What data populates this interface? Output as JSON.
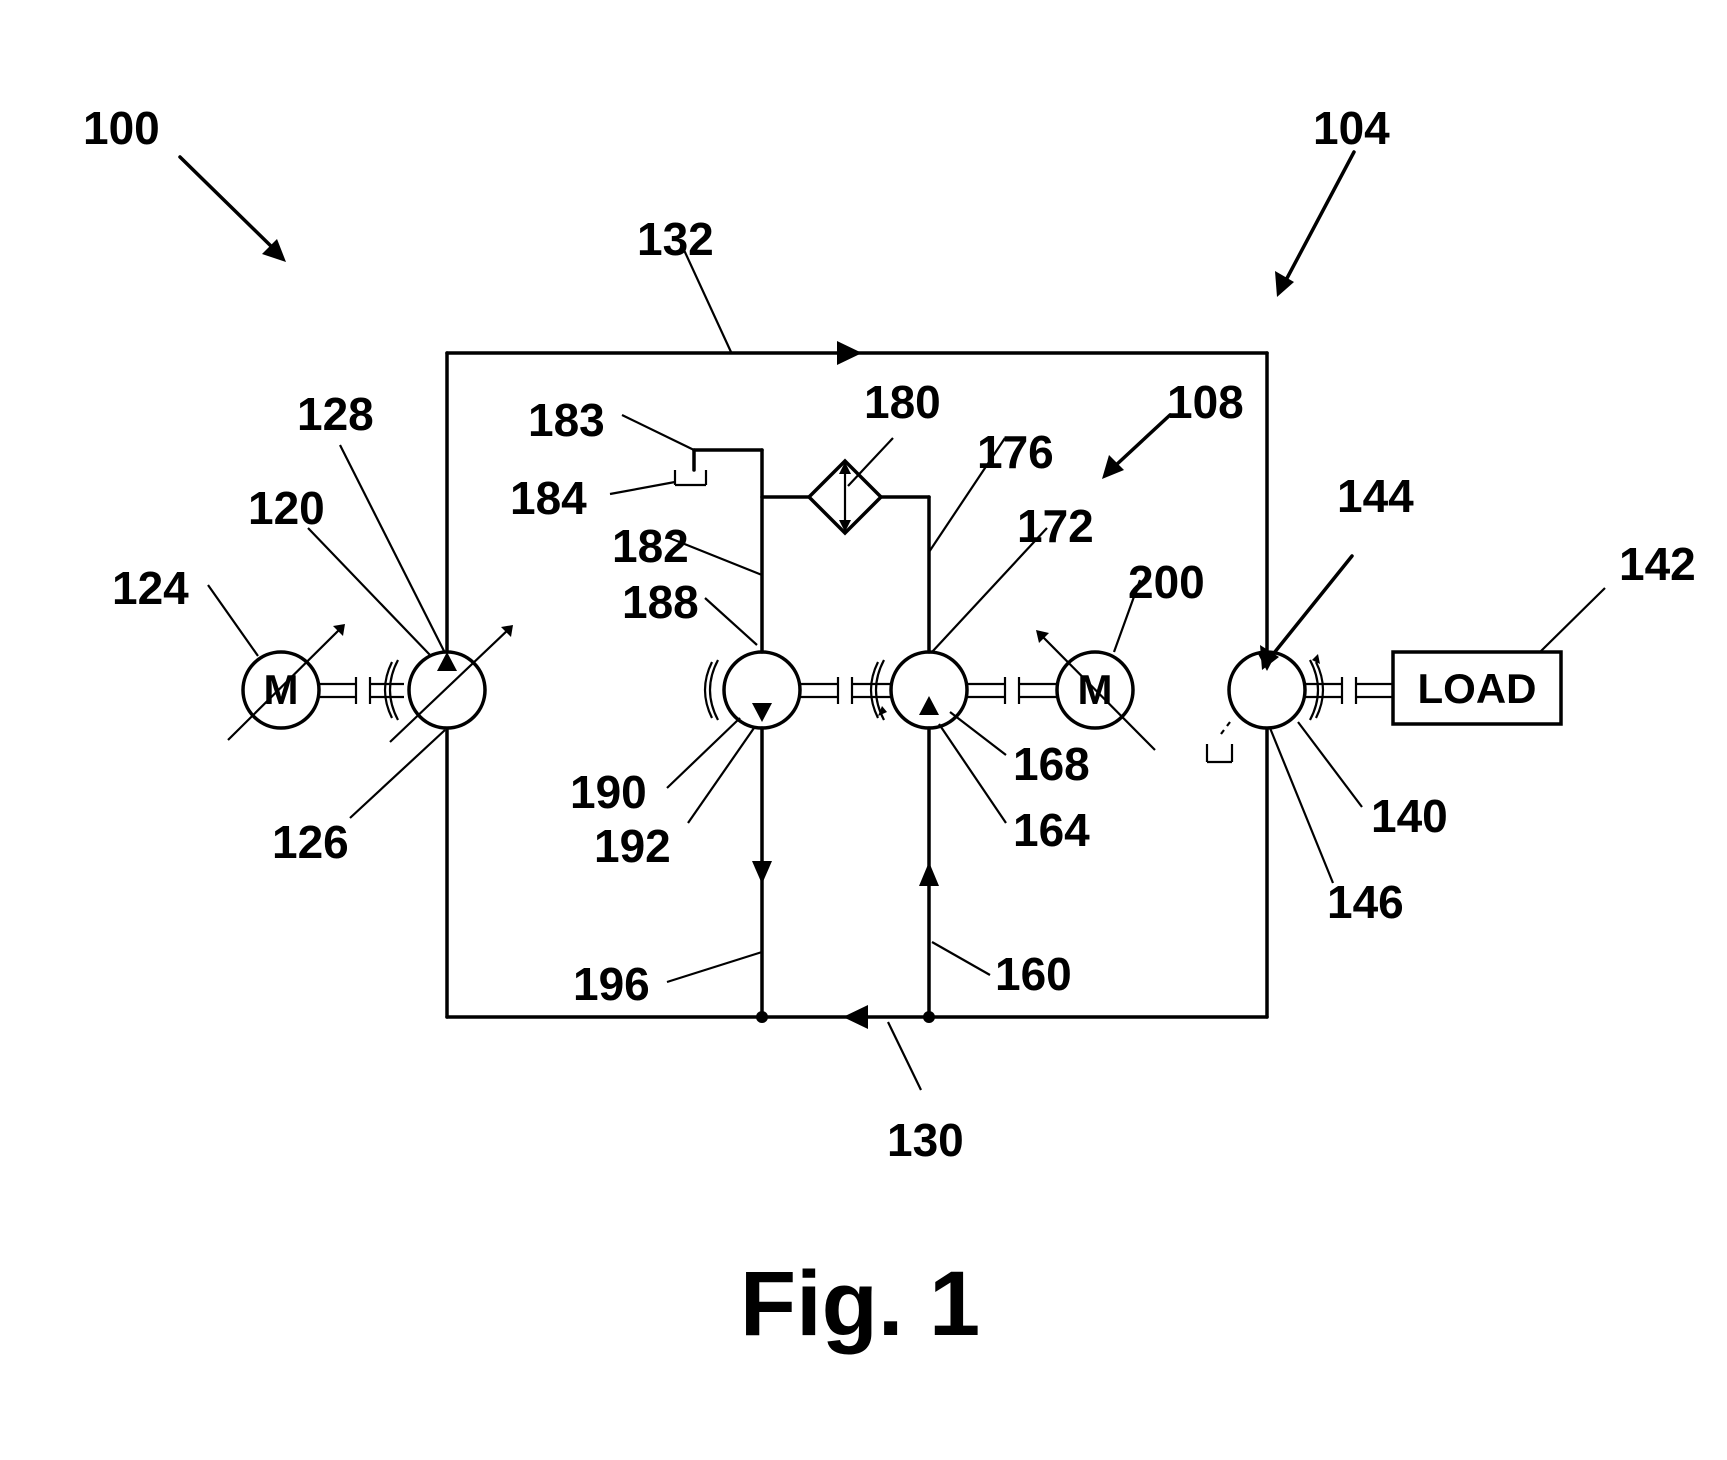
{
  "figure": {
    "caption": "Fig. 1",
    "load_label": "LOAD",
    "motor_symbol": "M",
    "ref": {
      "r100": "100",
      "r104": "104",
      "r108": "108",
      "r120": "120",
      "r124": "124",
      "r126": "126",
      "r128": "128",
      "r130": "130",
      "r132": "132",
      "r140": "140",
      "r142": "142",
      "r144": "144",
      "r146": "146",
      "r160": "160",
      "r164": "164",
      "r168": "168",
      "r172": "172",
      "r176": "176",
      "r180": "180",
      "r182": "182",
      "r183": "183",
      "r184": "184",
      "r188": "188",
      "r190": "190",
      "r192": "192",
      "r196": "196",
      "r200": "200"
    }
  }
}
